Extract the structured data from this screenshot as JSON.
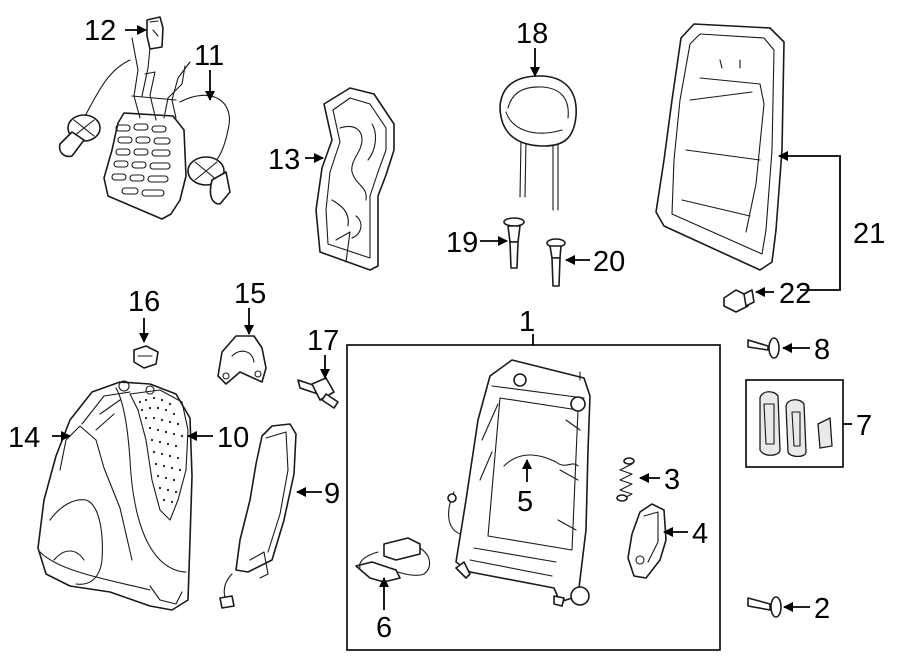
{
  "diagram": {
    "callouts": {
      "c1": "1",
      "c2": "2",
      "c3": "3",
      "c4": "4",
      "c5": "5",
      "c6": "6",
      "c7": "7",
      "c8": "8",
      "c9": "9",
      "c10": "10",
      "c11": "11",
      "c12": "12",
      "c13": "13",
      "c14": "14",
      "c15": "15",
      "c16": "16",
      "c17": "17",
      "c18": "18",
      "c19": "19",
      "c20": "20",
      "c21": "21",
      "c22": "22"
    },
    "colors": {
      "line": "#1a1a1a",
      "background": "#ffffff",
      "shade": "#e9e9e9"
    }
  }
}
